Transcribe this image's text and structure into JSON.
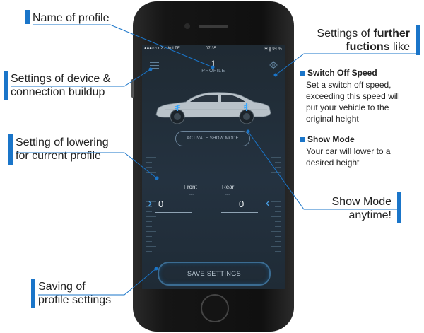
{
  "callouts": {
    "name_of_profile": "Name of profile",
    "device_settings": [
      "Settings of device &",
      "connection buildup"
    ],
    "lowering": [
      "Setting of lowering",
      "for current profile"
    ],
    "saving": [
      "Saving of",
      "profile settings"
    ],
    "further_prefix": "Settings of ",
    "further_bold_1": "further",
    "further_bold_2": "fuctions",
    "further_suffix": " like",
    "show_mode_callout": [
      "Show Mode",
      "anytime!"
    ]
  },
  "features": {
    "switch_off_title": "Switch Off Speed",
    "switch_off_text": [
      "Set a switch off speed,",
      "exceeding this speed will",
      "put your vehicle to the",
      "original height"
    ],
    "show_mode_title": "Show Mode",
    "show_mode_text": [
      "Your car will lower to a",
      "desired height"
    ]
  },
  "app": {
    "status": {
      "carrier": "●●●○○ o2 - de  LTE",
      "time": "07:35",
      "battery": "✱ ∦ 94 %"
    },
    "profile_number": "1",
    "profile_label": "PROFILE",
    "show_mode_button": "ACTIVATE SHOW MODE",
    "front_label": "Front",
    "rear_label": "Rear",
    "unit": "mm",
    "front_value": "0",
    "rear_value": "0",
    "save_button": "SAVE SETTINGS"
  },
  "colors": {
    "accent": "#1a75c9",
    "screen": "#243240"
  }
}
